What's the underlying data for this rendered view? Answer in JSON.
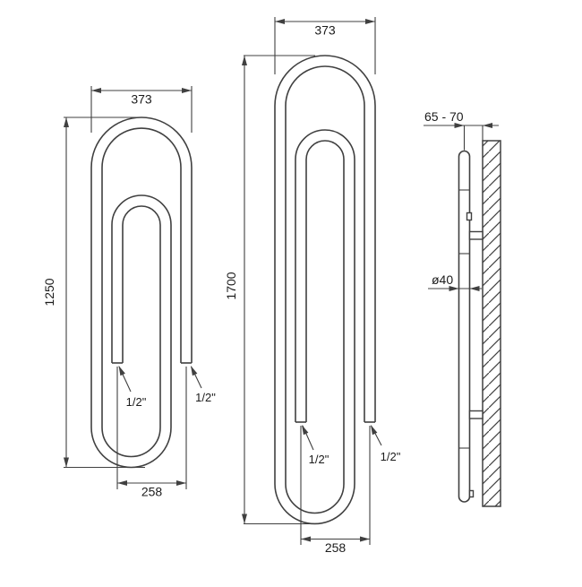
{
  "background": "#ffffff",
  "line_color": "#404040",
  "text_color": "#1c1c1c",
  "front_view_small": {
    "width": "373",
    "height": "1250",
    "bottom_width": "258",
    "connection_left": "1/2\"",
    "connection_right": "1/2\""
  },
  "front_view_large": {
    "width": "373",
    "height": "1700",
    "bottom_width": "258",
    "connection_left": "1/2\"",
    "connection_right": "1/2\""
  },
  "side_view": {
    "wall_distance": "65 - 70",
    "tube_diameter": "ø40"
  }
}
